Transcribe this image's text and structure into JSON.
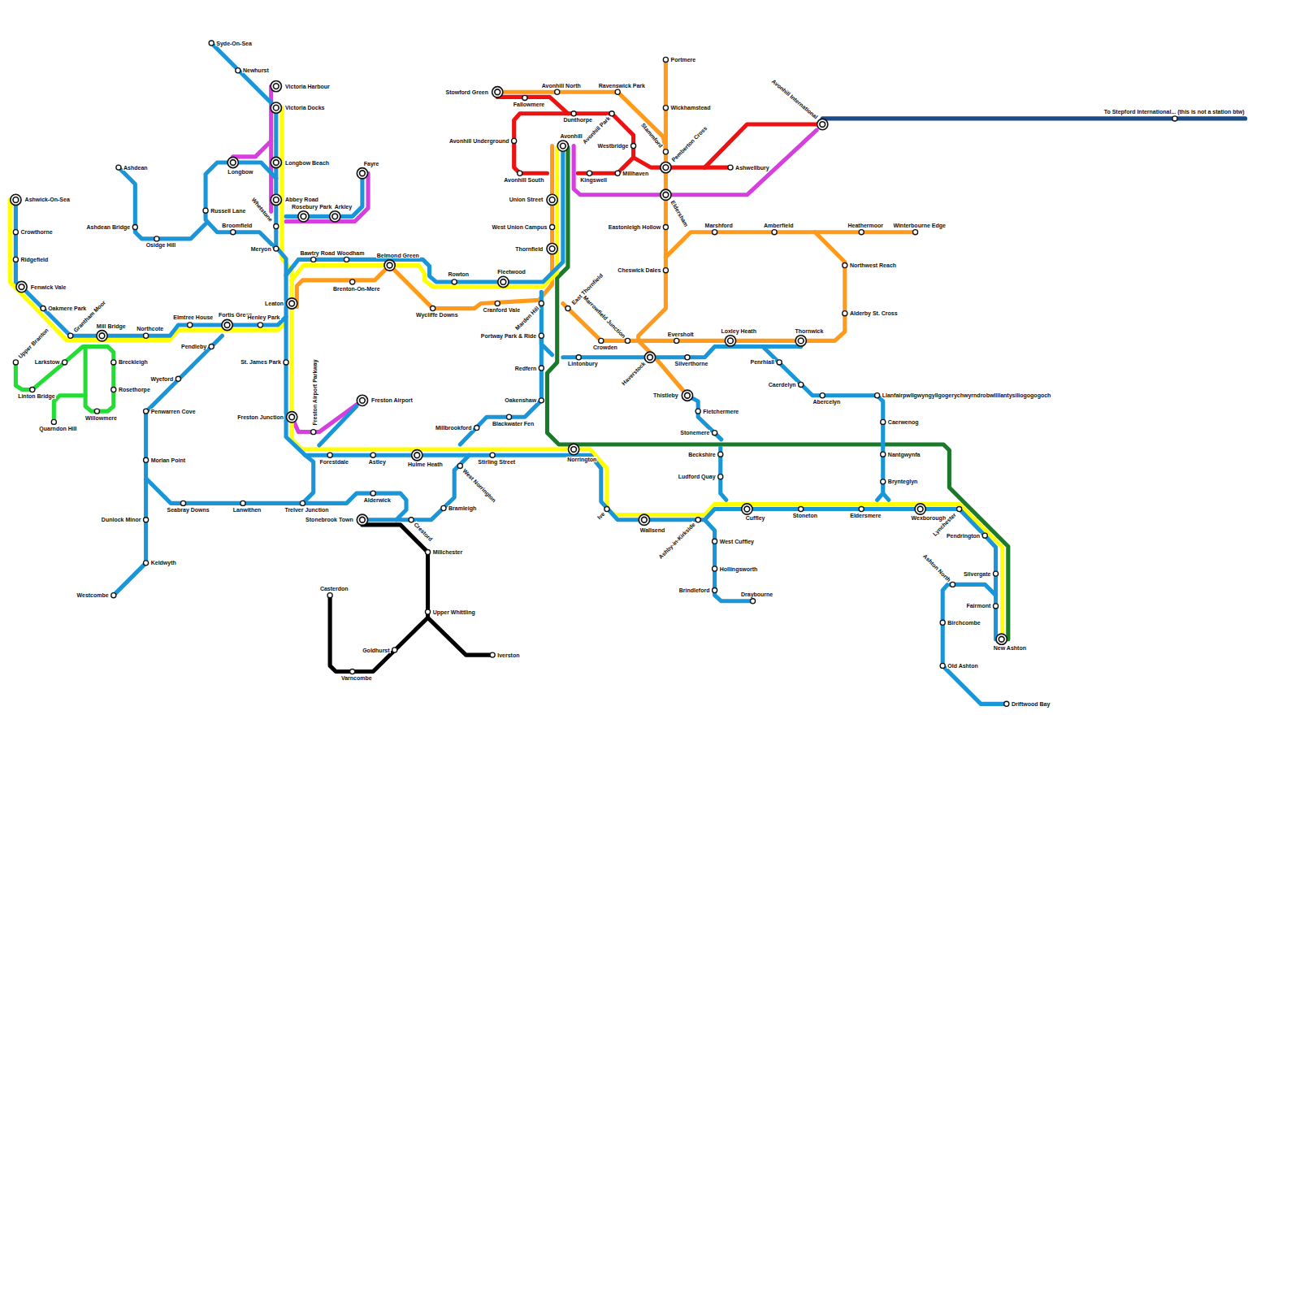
{
  "diagram": {
    "labels": [
      "Syde-On-Sea",
      "Newhurst",
      "Victoria Harbour",
      "Victoria Docks",
      "Longbow Beach",
      "Longbow",
      "Abbey Road",
      "Rosebury Park",
      "Arkley",
      "Fayre",
      "Whetstone",
      "Meryon",
      "Russell Lane",
      "Broomfield",
      "Ashdean",
      "Ashdean Bridge",
      "Osidge Hill",
      "Ashwick-On-Sea",
      "Crowthorne",
      "Ridgefield",
      "Fenwick Vale",
      "Oakmere Park",
      "Grantham Moor",
      "Mill Bridge",
      "Northcote",
      "Elmtree House",
      "Fortis Green",
      "Henley Park",
      "Pendleby",
      "Wyeford",
      "Penwarren Cove",
      "Morlan Point",
      "Dunlock Minor",
      "Keldwyth",
      "Westcombe",
      "Seabray Downs",
      "Lanwithen",
      "Trelver Junction",
      "Upper Branton",
      "Larkstow",
      "Linton Bridge",
      "Quarndon Hill",
      "Willowmere",
      "Breckleigh",
      "Rosethorpe",
      "Leaton",
      "St. James Park",
      "Freston Junction",
      "Freston Airport Parkway",
      "Freston Airport",
      "Bawtry Road",
      "Woodham",
      "Belmond Green",
      "Brenton-On-Mere",
      "Wycliffe Downs",
      "Rowton",
      "Fleetwood",
      "Cranford Vale",
      "Forestdale",
      "Astley",
      "Hulme Heath",
      "Stirling Street",
      "Norrington",
      "West Norrington",
      "Bramleigh",
      "Crestord",
      "Alderwick",
      "Stonebrook Town",
      "Millchester",
      "Upper Whittling",
      "Goldhurst",
      "Iverston",
      "Varncombe",
      "Casterdon",
      "Millbrookford",
      "Blackwater Fen",
      "Oakenshaw",
      "Redfern",
      "Portway Park & Ride",
      "Marden Hill",
      "Union Street",
      "West Union Campus",
      "Thornfield",
      "Avonhill",
      "Avonhill Underground",
      "Avonhill South",
      "Stowford Green",
      "Fallowmere",
      "Avonhill North",
      "Ravenswick Park",
      "Dunthorpe",
      "Avonhill Park",
      "Westbridge",
      "Kingswell",
      "Millhaven",
      "Stammford",
      "Portmere",
      "Wickhamstead",
      "Pemberton Cross",
      "Eldersham",
      "Ashwellbury",
      "Avonhill International",
      "To Stepford International... (this is not a station btw)",
      "Eastonleigh Hollow",
      "Cheswick Dales",
      "Marshford",
      "Amberfield",
      "Heathermoor",
      "Winterbourne Edge",
      "Northwest Reach",
      "Alderby St. Cross",
      "Thornwick",
      "Loxley Heath",
      "Eversholt",
      "Marrowfield Junction",
      "Crowden",
      "East Thornfield",
      "Lintonbury",
      "Haverstock",
      "Silverthorne",
      "Penrhiall",
      "Caerdelyn",
      "Abercelyn",
      "Llanfairpwllgwyngyllgogerychwyrndrobwllllantysiliogogogoch",
      "Caerwenog",
      "Nantgwynfa",
      "Brynteglyn",
      "Thistleby",
      "Fletchermere",
      "Stonemere",
      "Beckshire",
      "Ludford Quay",
      "Ive",
      "Wallsend",
      "Ashby-in-Kirkside",
      "West Cuffley",
      "Hollingsworth",
      "Brindleford",
      "Draybourne",
      "Cuffley",
      "Stoneton",
      "Eldersmere",
      "Wexborough",
      "Lynchester",
      "Pendrington",
      "Silvergate",
      "Fairmont",
      "New Ashton",
      "Ashton North",
      "Birchcombe",
      "Old Ashton",
      "Driftwood Bay"
    ]
  }
}
